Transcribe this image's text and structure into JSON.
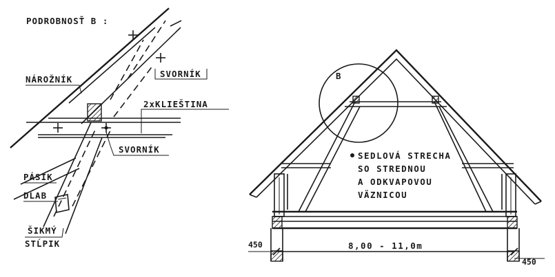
{
  "detail": {
    "title": "PODROBNOSŤ B :",
    "labels": {
      "naroznik": "NÁROŽNÍK",
      "svornik_top": "SVORNÍK",
      "klieStina": "2xKLIEŠTINA",
      "svornik_mid": "SVORNÍK",
      "pasik": "PÁSIK",
      "dlab": "DLAB",
      "sikmy": "ŠIKMÝ",
      "stlpik": "STĹPIK"
    }
  },
  "section": {
    "detail_marker": "B",
    "note_lines": [
      "SEDLOVÁ STRECHA",
      "SO STREDNOU",
      "A ODKVAPOVOU",
      "VÄZNICOU"
    ],
    "span": "8,00 - 11,0m",
    "dim_left": "450",
    "dim_right": "450"
  }
}
